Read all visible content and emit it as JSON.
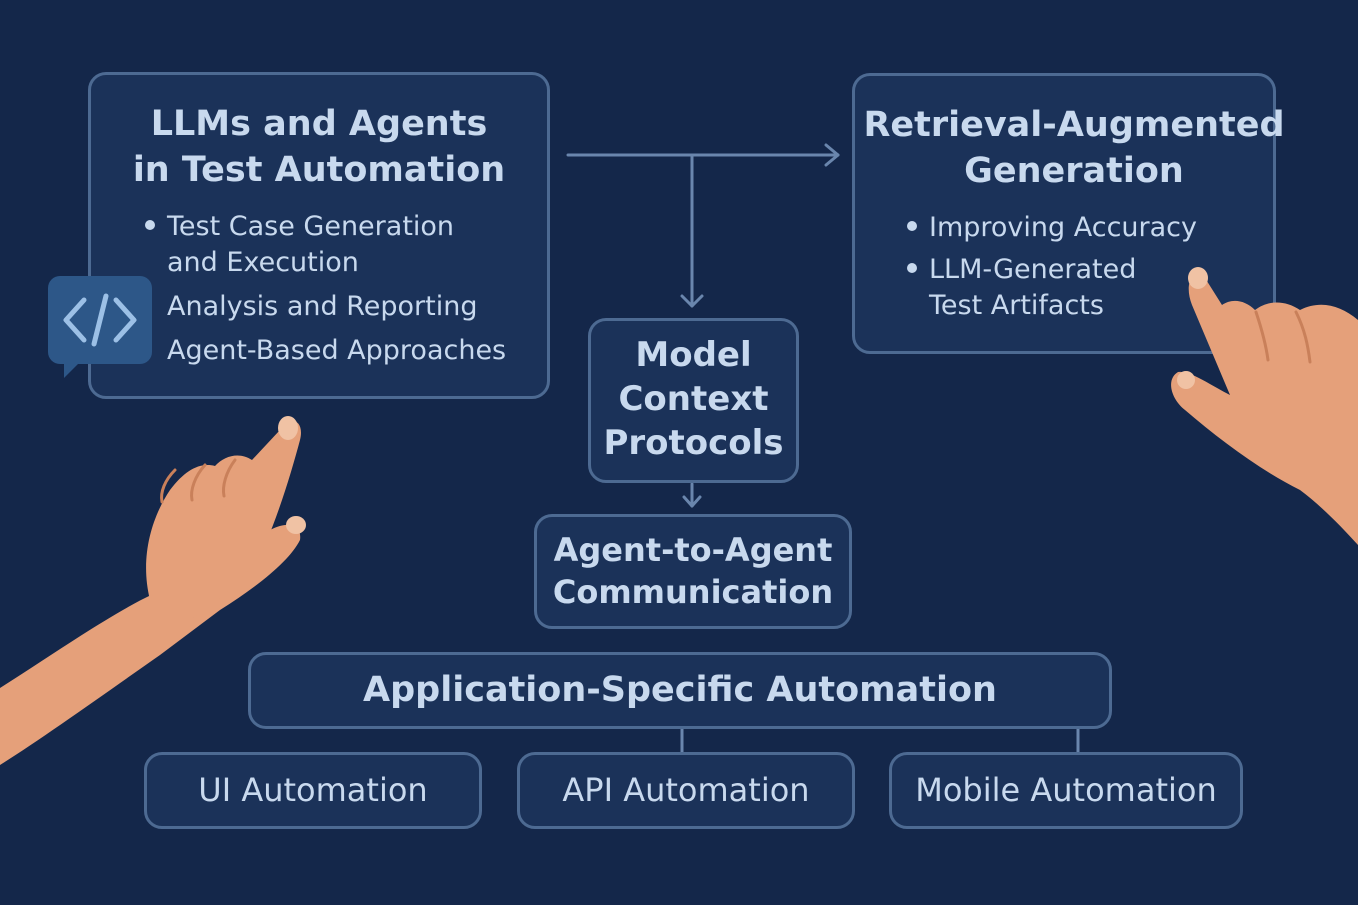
{
  "llm_box": {
    "title_line1": "LLMs and Agents",
    "title_line2": "in Test Automation",
    "items": [
      {
        "line1": "Test Case Generation",
        "line2": "and Execution"
      },
      {
        "line1": "Analysis and Reporting"
      },
      {
        "line1": "Agent-Based Approaches"
      }
    ]
  },
  "rag_box": {
    "title_line1": "Retrieval-Augmented",
    "title_line2": "Generation",
    "items": [
      {
        "line1": "Improving Accuracy"
      },
      {
        "line1": "LLM-Generated",
        "line2": "Test Artifacts"
      }
    ]
  },
  "mcp_box": {
    "line1": "Model",
    "line2": "Context",
    "line3": "Protocols"
  },
  "a2a_box": {
    "line1": "Agent-to-Agent",
    "line2": "Communication"
  },
  "app_box": {
    "title": "Application-Specific Automation"
  },
  "sub_boxes": [
    {
      "label": "UI Automation"
    },
    {
      "label": "API Automation"
    },
    {
      "label": "Mobile Automation"
    }
  ],
  "colors": {
    "background": "#14274a",
    "box_fill": "#1b3259",
    "box_border": "#4d6a92",
    "text": "#c8d9ee",
    "skin": "#e5a07a",
    "code_badge": "#2d5788"
  },
  "icons": [
    "code-icon",
    "pointing-hand-icon"
  ]
}
